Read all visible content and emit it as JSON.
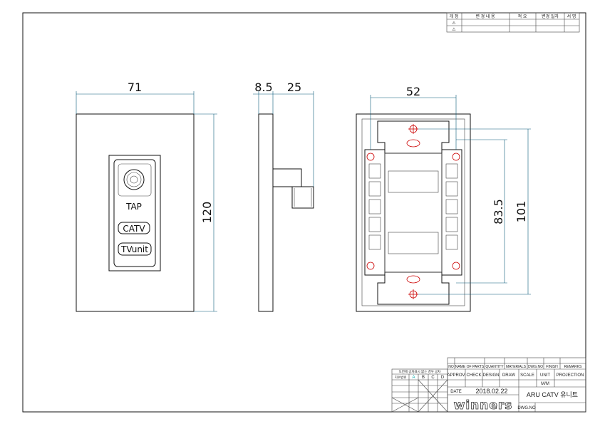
{
  "revision_table": {
    "headers": [
      "개 정",
      "변 경 내 용",
      "적 요",
      "변경 일자",
      "서 명"
    ],
    "rows": [
      "⚠",
      "⚠"
    ]
  },
  "front_view": {
    "width_dim": "71",
    "height_dim": "120",
    "tap_label": "TAP",
    "catv_label": "CATV",
    "tvunit_label": "TVunit"
  },
  "side_view": {
    "thickness_dim": "8.5",
    "depth_dim": "25"
  },
  "back_view": {
    "width_dim": "52",
    "hole_pitch_dim": "83.5",
    "height_dim": "101"
  },
  "title_block": {
    "parts_headers": [
      "NO",
      "NAME OF PARTS",
      "QUANTITY",
      "MATERIALS",
      "DWG.NO",
      "FINISH",
      "REMARKS"
    ],
    "approval_headers": [
      "APPROV",
      "CHECK",
      "DESIGN",
      "DRAW"
    ],
    "scale_label": "SCALE",
    "unit_label": "UNIT",
    "unit_value": "M/M",
    "projection_label": "PROJECTION",
    "date_label": "DATE",
    "date_value": "2018.02.22",
    "company": "winners",
    "title": "ARU CATV 유니트",
    "dwg_no_label": "DWG.NO",
    "tolerance_title": "도면에 공차표시 없는 경우 공차",
    "tolerance_headers": [
      "치수범위",
      "A",
      "B",
      "C",
      "D"
    ]
  }
}
